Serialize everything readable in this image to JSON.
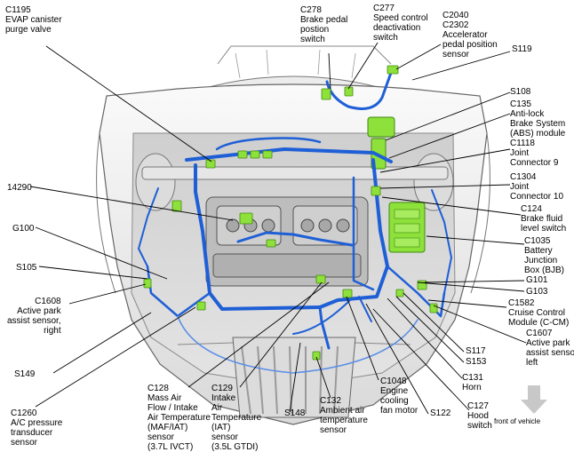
{
  "callouts": [
    {
      "id": "c1195",
      "lines": [
        "C1195",
        "EVAP canister",
        "purge valve"
      ]
    },
    {
      "id": "c278",
      "lines": [
        "C278",
        "Brake pedal",
        "postion",
        "switch"
      ]
    },
    {
      "id": "c277",
      "lines": [
        "C277",
        "Speed control",
        "deactivation",
        "switch"
      ]
    },
    {
      "id": "c2040",
      "lines": [
        "C2040",
        "C2302",
        "Accelerator",
        "pedal position",
        "sensor"
      ]
    },
    {
      "id": "s119",
      "lines": [
        "S119"
      ]
    },
    {
      "id": "s108",
      "lines": [
        "S108"
      ]
    },
    {
      "id": "c135",
      "lines": [
        "C135",
        "Anti-lock",
        "Brake System",
        "(ABS) module"
      ]
    },
    {
      "id": "c1118",
      "lines": [
        "C1118",
        "Joint",
        "Connector 9"
      ]
    },
    {
      "id": "c1304",
      "lines": [
        "C1304",
        "Joint",
        "Connector 10"
      ]
    },
    {
      "id": "c124",
      "lines": [
        "C124",
        "Brake fluid",
        "level switch"
      ]
    },
    {
      "id": "c1035",
      "lines": [
        "C1035",
        "Battery",
        "Junction",
        "Box (BJB)"
      ]
    },
    {
      "id": "g101",
      "lines": [
        "G101"
      ]
    },
    {
      "id": "g103",
      "lines": [
        "G103"
      ]
    },
    {
      "id": "c1582",
      "lines": [
        "C1582",
        "Cruise Control",
        "Module (C-CM)"
      ]
    },
    {
      "id": "c1607",
      "lines": [
        "C1607",
        "Active park",
        "assist sensor,",
        "left"
      ]
    },
    {
      "id": "s117",
      "lines": [
        "S117"
      ]
    },
    {
      "id": "s153",
      "lines": [
        "S153"
      ]
    },
    {
      "id": "c131",
      "lines": [
        "C131",
        "Horn"
      ]
    },
    {
      "id": "c127",
      "lines": [
        "C127",
        "Hood",
        "switch"
      ]
    },
    {
      "id": "s122",
      "lines": [
        "S122"
      ]
    },
    {
      "id": "c1048",
      "lines": [
        "C1048",
        "Engine",
        "cooling",
        "fan motor"
      ]
    },
    {
      "id": "c132",
      "lines": [
        "C132",
        "Ambient air",
        "temperature",
        "sensor"
      ]
    },
    {
      "id": "s148",
      "lines": [
        "S148"
      ]
    },
    {
      "id": "c129",
      "lines": [
        "C129",
        "Intake",
        "Air",
        "Temperature",
        "(IAT)",
        "sensor",
        "(3.5L GTDI)"
      ]
    },
    {
      "id": "c128",
      "lines": [
        "C128",
        "Mass Air",
        "Flow / Intake",
        "Air Temperature",
        "(MAF/IAT)",
        "sensor",
        "(3.7L IVCT)"
      ]
    },
    {
      "id": "c1260",
      "lines": [
        "C1260",
        "A/C pressure",
        "transducer",
        "sensor"
      ]
    },
    {
      "id": "s149",
      "lines": [
        "S149"
      ]
    },
    {
      "id": "c1608",
      "lines": [
        "C1608",
        "Active park",
        "assist sensor,",
        "right"
      ]
    },
    {
      "id": "s105",
      "lines": [
        "S105"
      ]
    },
    {
      "id": "g100",
      "lines": [
        "G100"
      ]
    },
    {
      "id": "n14290",
      "lines": [
        "14290"
      ]
    }
  ],
  "orientation": {
    "label": "front of vehicle",
    "arrow_color": "#c8c8c8"
  },
  "colors": {
    "harness": "#1f5fd6",
    "harness_light": "#5b8fe6",
    "connector": "#8ee03a",
    "connector_dark": "#3f8a12",
    "body_line": "#6a6a6a",
    "body_fill": "#f0f0f0"
  }
}
